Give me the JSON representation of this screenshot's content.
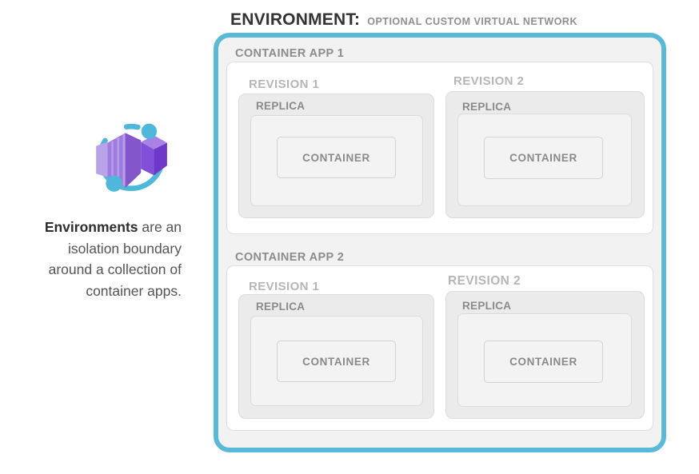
{
  "header": {
    "title": "ENVIRONMENT:",
    "qualifier": "OPTIONAL CUSTOM VIRTUAL NETWORK"
  },
  "caption": {
    "lead_word": "Environments",
    "line1_rest": " are an",
    "line2": "isolation boundary",
    "line3": "around a collection of",
    "line4": "container apps."
  },
  "icon": {
    "name": "azure-container-apps-icon"
  },
  "colors": {
    "environment_border_blue": "#58b9d8",
    "environment_background": "#f2f2f2",
    "icon_orbit_blue": "#4fb7da",
    "icon_cube_purple": "#8050d8",
    "label_gray": "#8a8a8a",
    "revision_label_gray": "#b6b6b6"
  },
  "environment": {
    "apps": [
      {
        "label": "CONTAINER APP 1",
        "revisions": [
          {
            "label": "REVISION 1",
            "replica": {
              "label": "REPLICA",
              "container_label": "CONTAINER"
            }
          },
          {
            "label": "REVISION 2",
            "replica": {
              "label": "REPLICA",
              "container_label": "CONTAINER"
            }
          }
        ]
      },
      {
        "label": "CONTAINER APP 2",
        "revisions": [
          {
            "label": "REVISION 1",
            "replica": {
              "label": "REPLICA",
              "container_label": "CONTAINER"
            }
          },
          {
            "label": "REVISION 2",
            "replica": {
              "label": "REPLICA",
              "container_label": "CONTAINER"
            }
          }
        ]
      }
    ]
  }
}
